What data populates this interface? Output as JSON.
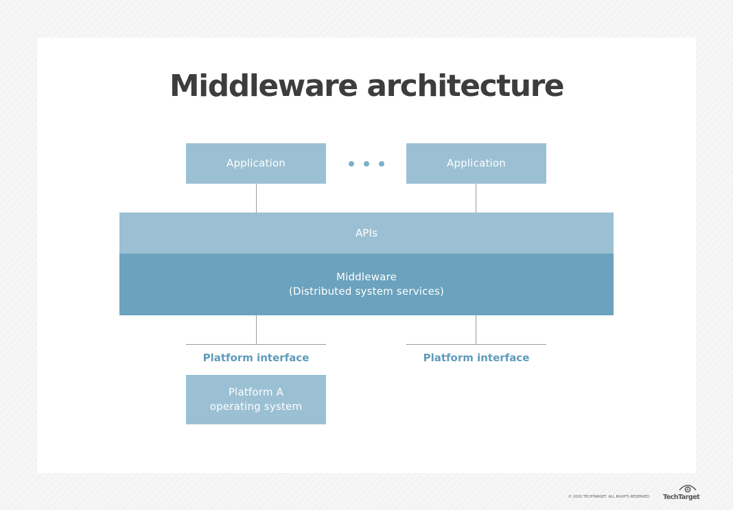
{
  "title": "Middleware architecture",
  "applications": [
    {
      "label": "Application"
    },
    {
      "label": "Application"
    }
  ],
  "apis_label": "APIs",
  "middleware": {
    "line1": "Middleware",
    "line2": "(Distributed system services)"
  },
  "platform_interfaces": [
    {
      "label": "Platform interface"
    },
    {
      "label": "Platform interface"
    }
  ],
  "platform_a": {
    "line1": "Platform A",
    "line2": "operating system"
  },
  "footer": {
    "copyright": "© 2020 TECHTARGET. ALL RIGHTS RESERVED",
    "logo_text": "TechTarget"
  },
  "colors": {
    "box_light": "#9bc0d3",
    "box_dark": "#6ba2bd",
    "label_blue": "#5f9bbb",
    "title": "#3d3d3d"
  }
}
